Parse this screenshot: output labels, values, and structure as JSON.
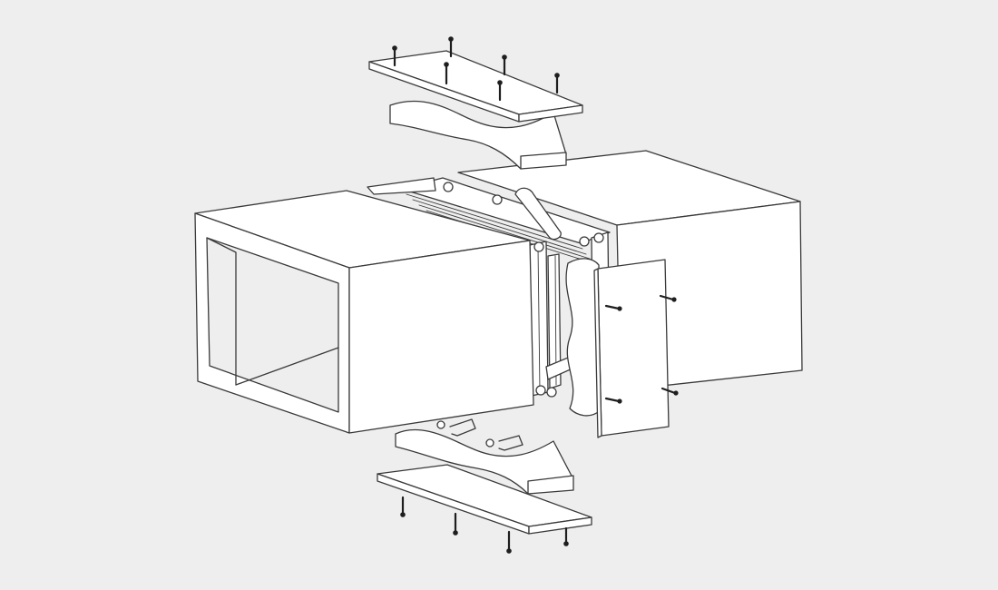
{
  "diagram": {
    "kind": "exploded-assembly-line-drawing",
    "colors": {
      "background": "#eeeeee",
      "part_fill": "#ffffff",
      "line": "#3a3a3a",
      "screw": "#1e1e1e"
    },
    "parts": [
      {
        "id": "duct-left",
        "icon": "rectangular-duct-section"
      },
      {
        "id": "duct-right",
        "icon": "rectangular-duct-section"
      },
      {
        "id": "damper-frame",
        "icon": "frame-with-rods"
      },
      {
        "id": "flex-connector-top",
        "icon": "wavy-fabric-strip"
      },
      {
        "id": "flex-connector-bottom",
        "icon": "wavy-fabric-strip"
      },
      {
        "id": "flex-connector-side",
        "icon": "wavy-fabric-strip"
      },
      {
        "id": "cover-plate-top",
        "icon": "flat-plate"
      },
      {
        "id": "cover-plate-bottom",
        "icon": "flat-plate"
      },
      {
        "id": "cover-plate-side",
        "icon": "flat-plate"
      },
      {
        "id": "clips",
        "icon": "bracket-clip",
        "count": 2
      },
      {
        "id": "screws",
        "icon": "screw",
        "count": 14
      }
    ]
  }
}
